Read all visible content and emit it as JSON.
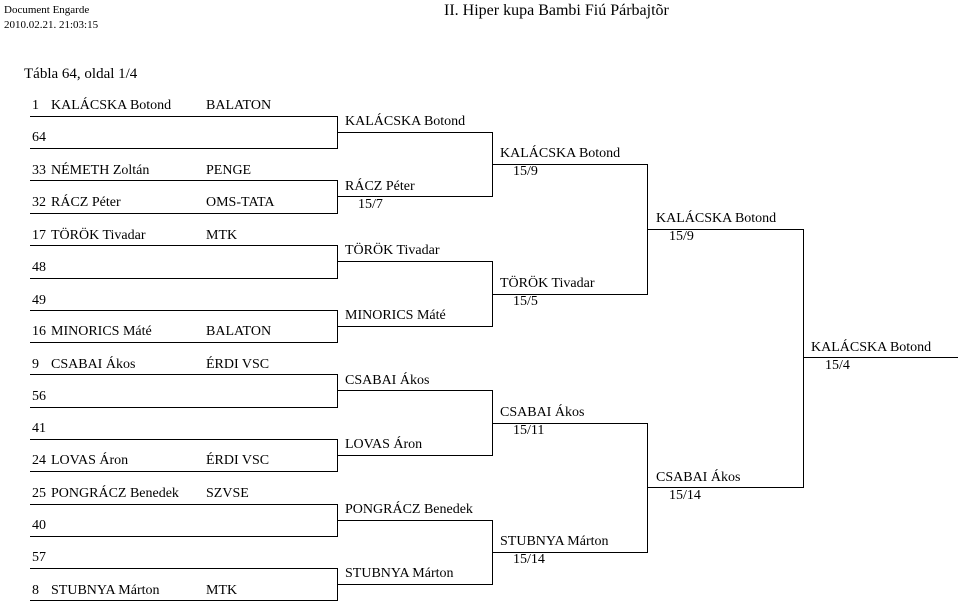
{
  "header": {
    "app": "Document Engarde",
    "datetime": "2010.02.21. 21:03:15",
    "title": "II. Hiper kupa Bambi Fiú Párbajtõr"
  },
  "subtitle": "Tábla 64,   oldal 1/4",
  "entries": [
    {
      "seed": "1",
      "name": "KALÁCSKA Botond",
      "club": "BALATON"
    },
    {
      "seed": "64",
      "name": "",
      "club": ""
    },
    {
      "seed": "33",
      "name": "NÉMETH Zoltán",
      "club": "PENGE"
    },
    {
      "seed": "32",
      "name": "RÁCZ Péter",
      "club": "OMS-TATA"
    },
    {
      "seed": "17",
      "name": "TÖRÖK Tivadar",
      "club": "MTK"
    },
    {
      "seed": "48",
      "name": "",
      "club": ""
    },
    {
      "seed": "49",
      "name": "",
      "club": ""
    },
    {
      "seed": "16",
      "name": "MINORICS Máté",
      "club": "BALATON"
    },
    {
      "seed": "9",
      "name": "CSABAI Ákos",
      "club": "ÉRDI VSC"
    },
    {
      "seed": "56",
      "name": "",
      "club": ""
    },
    {
      "seed": "41",
      "name": "",
      "club": ""
    },
    {
      "seed": "24",
      "name": "LOVAS Áron",
      "club": "ÉRDI VSC"
    },
    {
      "seed": "25",
      "name": "PONGRÁCZ Benedek",
      "club": "SZVSE"
    },
    {
      "seed": "40",
      "name": "",
      "club": ""
    },
    {
      "seed": "57",
      "name": "",
      "club": ""
    },
    {
      "seed": "8",
      "name": "STUBNYA Márton",
      "club": "MTK"
    }
  ],
  "round2": [
    {
      "name": "KALÁCSKA Botond",
      "score": ""
    },
    {
      "name": "RÁCZ Péter",
      "score": "15/7"
    },
    {
      "name": "TÖRÖK Tivadar",
      "score": ""
    },
    {
      "name": "MINORICS Máté",
      "score": ""
    },
    {
      "name": "CSABAI Ákos",
      "score": ""
    },
    {
      "name": "LOVAS Áron",
      "score": ""
    },
    {
      "name": "PONGRÁCZ Benedek",
      "score": ""
    },
    {
      "name": "STUBNYA Márton",
      "score": ""
    }
  ],
  "round3": [
    {
      "name": "KALÁCSKA Botond",
      "score": "15/9"
    },
    {
      "name": "TÖRÖK Tivadar",
      "score": "15/5"
    },
    {
      "name": "CSABAI Ákos",
      "score": "15/11"
    },
    {
      "name": "STUBNYA Márton",
      "score": "15/14"
    }
  ],
  "round4": [
    {
      "name": "KALÁCSKA Botond",
      "score": "15/9"
    },
    {
      "name": "CSABAI Ákos",
      "score": "15/14"
    }
  ],
  "round5": [
    {
      "name": "KALÁCSKA Botond",
      "score": "15/4"
    }
  ]
}
